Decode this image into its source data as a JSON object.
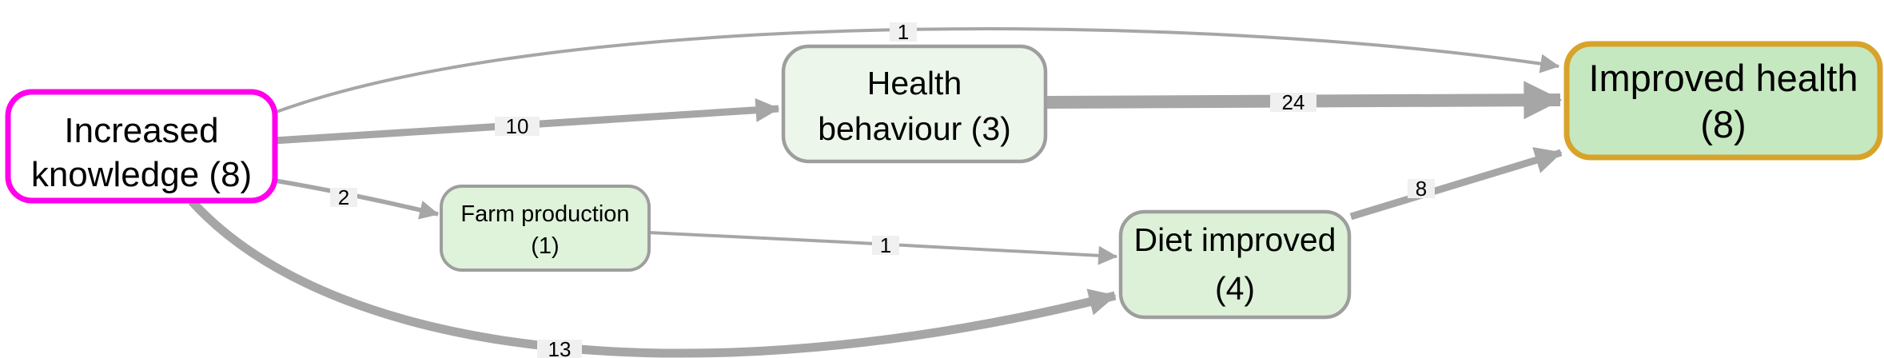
{
  "diagram": {
    "type": "causal-network-graph",
    "background_color": "#ffffff",
    "edge_color": "#a6a6a6",
    "edge_label_background": "#f0f0f0",
    "edge_label_text_color": "#000000",
    "nodes": {
      "increased_knowledge": {
        "label": "Increased knowledge (8)",
        "line1": "Increased",
        "line2": "knowledge (8)",
        "value": 8,
        "fill": "#ffffff",
        "border_color": "#ff00ec"
      },
      "health_behaviour": {
        "label": "Health behaviour (3)",
        "line1": "Health",
        "line2": "behaviour (3)",
        "value": 3,
        "fill": "#edf6ea",
        "border_color": "#9e9e9e"
      },
      "farm_production": {
        "label": "Farm production (1)",
        "line1": "Farm production",
        "line2": "(1)",
        "value": 1,
        "fill": "#dff2da",
        "border_color": "#9e9e9e"
      },
      "diet_improved": {
        "label": "Diet improved (4)",
        "line1": "Diet improved",
        "line2": "(4)",
        "value": 4,
        "fill": "#ddf1d8",
        "border_color": "#9e9e9e"
      },
      "improved_health": {
        "label": "Improved health (8)",
        "line1": "Improved health",
        "line2": "(8)",
        "value": 8,
        "fill": "#c6e8c0",
        "border_color": "#d7a32a"
      }
    },
    "edges": [
      {
        "from": "Increased knowledge (8)",
        "to": "Improved health (8)",
        "weight": 1
      },
      {
        "from": "Increased knowledge (8)",
        "to": "Health behaviour (3)",
        "weight": 10
      },
      {
        "from": "Increased knowledge (8)",
        "to": "Farm production (1)",
        "weight": 2
      },
      {
        "from": "Health behaviour (3)",
        "to": "Improved health (8)",
        "weight": 24
      },
      {
        "from": "Farm production (1)",
        "to": "Diet improved (4)",
        "weight": 1
      },
      {
        "from": "Increased knowledge (8)",
        "to": "Diet improved (4)",
        "weight": 13
      },
      {
        "from": "Diet improved (4)",
        "to": "Improved health (8)",
        "weight": 8
      }
    ]
  }
}
